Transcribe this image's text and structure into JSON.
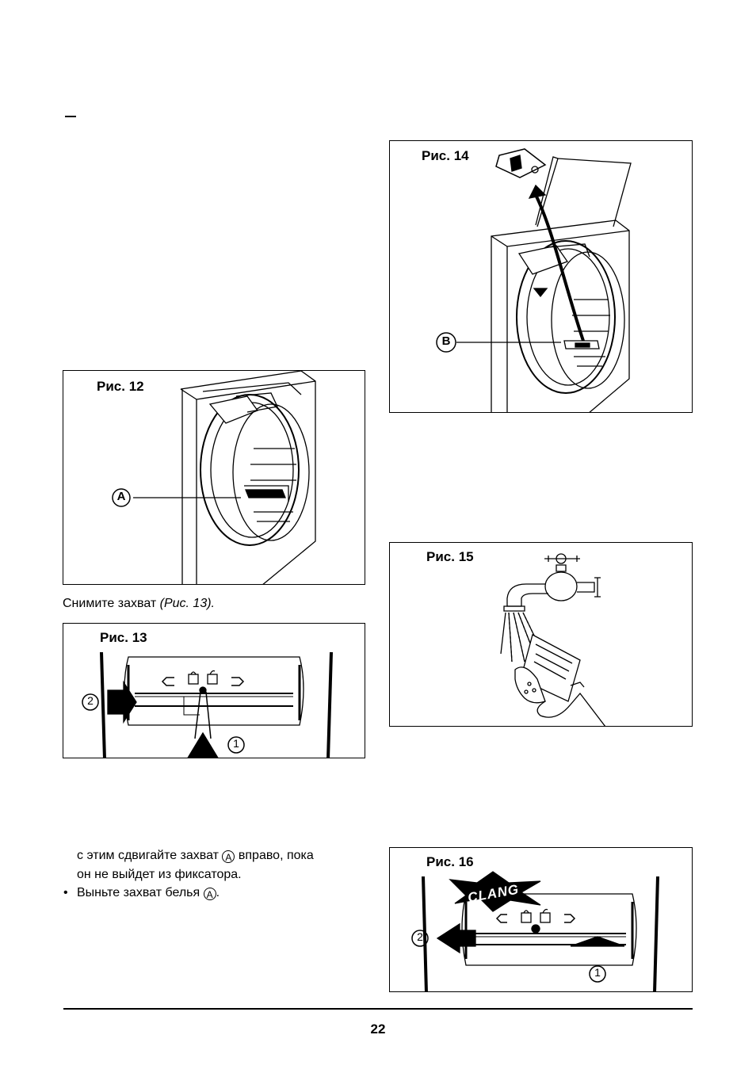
{
  "page": {
    "dash": "–",
    "page_number": "22"
  },
  "figures": {
    "fig12": {
      "label": "Рис. 12",
      "callout": "A"
    },
    "fig13": {
      "label": "Рис. 13",
      "callout_1": "①",
      "callout_2": "②"
    },
    "fig14": {
      "label": "Рис. 14",
      "callout": "B"
    },
    "fig15": {
      "label": "Рис. 15"
    },
    "fig16": {
      "label": "Рис. 16",
      "callout_1": "①",
      "callout_2": "②",
      "burst_text": "CLANG"
    }
  },
  "text": {
    "remove_grip_main": "Снимите захват ",
    "remove_grip_ref": "(Рис. 13).",
    "slide_line1_a": "с этим сдвигайте захват ",
    "slide_line1_marker": "A",
    "slide_line1_b": " вправо, пока",
    "slide_line2": "он не выйдет из фиксатора.",
    "bullet": "•",
    "remove_line_a": "Выньте захват белья ",
    "remove_line_marker": "A",
    "remove_line_b": "."
  }
}
